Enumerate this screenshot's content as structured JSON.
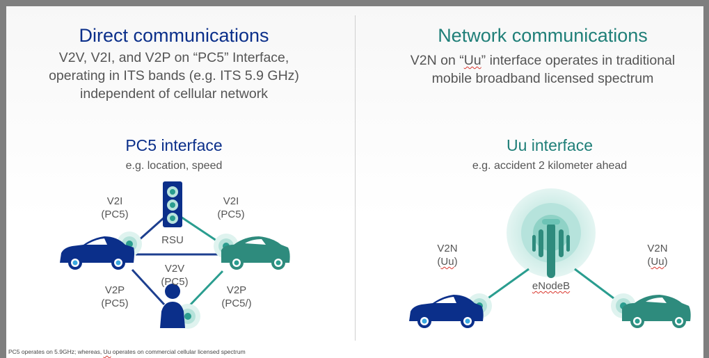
{
  "left": {
    "title": "Direct communications",
    "sub1": "V2V, V2I, and V2P on “PC5” Interface,",
    "sub2": "operating in ITS bands (e.g. ITS 5.9 GHz)",
    "sub3": "independent of cellular network",
    "iface_title": "PC5 interface",
    "iface_note": "e.g. location, speed",
    "labels": {
      "v2i_left_1": "V2I",
      "v2i_left_2": "(PC5)",
      "v2i_right_1": "V2I",
      "v2i_right_2": "(PC5)",
      "rsu": "RSU",
      "v2v_1": "V2V",
      "v2v_2": "(PC5)",
      "v2p_left_1": "V2P",
      "v2p_left_2": "(PC5)",
      "v2p_right_1": "V2P",
      "v2p_right_2": "(PC5/)"
    }
  },
  "right": {
    "title": "Network communications",
    "sub1_a": "V2N on “",
    "sub1_b": "Uu",
    "sub1_c": "” interface operates in traditional",
    "sub2": "mobile broadband licensed spectrum",
    "iface_title": "Uu interface",
    "iface_note": "e.g. accident 2 kilometer ahead",
    "labels": {
      "v2n_left_1": "V2N",
      "v2n_left_2": "Uu",
      "v2n_right_1": "V2N",
      "v2n_right_2": "Uu",
      "enodeb": "eNodeB"
    }
  },
  "footnote_a": "PC5 operates on 5.9GHz; whereas, ",
  "footnote_b": "Uu",
  "footnote_c": " operates on commercial cellular licensed spectrum",
  "colors": {
    "blue": "#0b2f8a",
    "teal": "#2e8b7d",
    "line_blue": "#1d3f8f",
    "line_teal": "#2a9d8f",
    "glow": "#c9ece6"
  }
}
